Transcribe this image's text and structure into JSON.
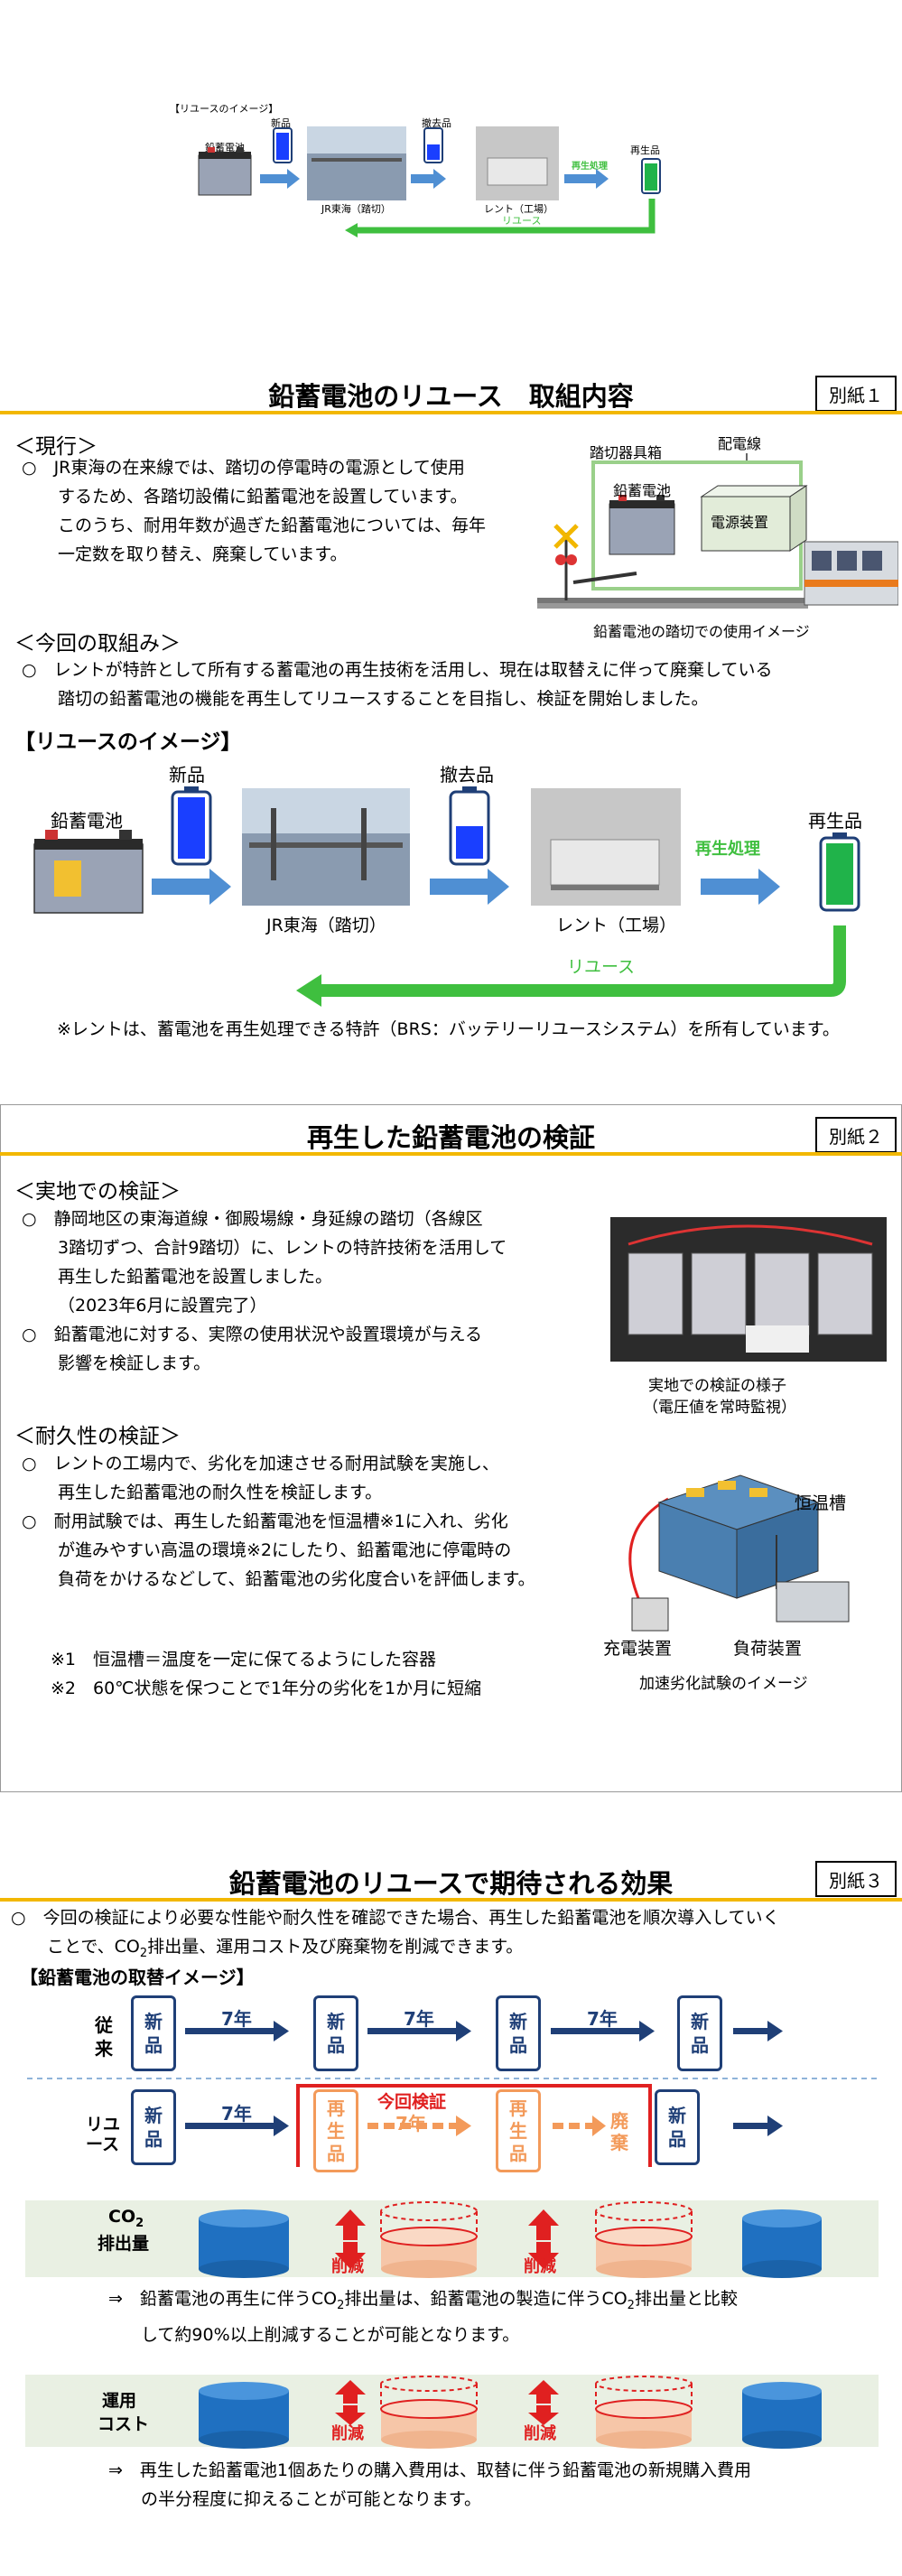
{
  "top_image": {
    "caption": "【リユースのイメージ】",
    "lead_battery": "鉛蓄電池",
    "new": "新品",
    "removed": "撤去品",
    "jr": "JR東海（踏切）",
    "rent": "レント（工場）",
    "process": "再生処理",
    "regen": "再生品",
    "reuse": "リユース"
  },
  "sec1": {
    "title": "鉛蓄電池のリユース　取組内容",
    "tag": "別紙１",
    "current_head": "＜現行＞",
    "current_lines": [
      "○　JR東海の在来線では、踏切の停電時の電源として使用",
      "するため、各踏切設備に鉛蓄電池を設置しています。",
      "このうち、耐用年数が過ぎた鉛蓄電池については、毎年",
      "一定数を取り替え、廃棄しています。"
    ],
    "diagram": {
      "box_label": "踏切器具箱",
      "wire_label": "配電線",
      "battery_label": "鉛蓄電池",
      "power_label": "電源装置",
      "caption": "鉛蓄電池の踏切での使用イメージ"
    },
    "effort_head": "＜今回の取組み＞",
    "effort_lines": [
      "○　レントが特許として所有する蓄電池の再生技術を活用し、現在は取替えに伴って廃棄している",
      "踏切の鉛蓄電池の機能を再生してリユースすることを目指し、検証を開始しました。"
    ],
    "reuse_head": "【リユースのイメージ】",
    "lead_battery": "鉛蓄電池",
    "new": "新品",
    "removed": "撤去品",
    "jr": "JR東海（踏切）",
    "rent": "レント（工場）",
    "process": "再生処理",
    "regen": "再生品",
    "reuse": "リユース",
    "note": "※レントは、蓄電池を再生処理できる特許（BRS：バッテリーリユースシステム）を所有しています。"
  },
  "sec2": {
    "title": "再生した鉛蓄電池の検証",
    "tag": "別紙２",
    "field_head": "＜実地での検証＞",
    "field_lines": [
      "○　静岡地区の東海道線・御殿場線・身延線の踏切（各線区",
      "3踏切ずつ、合計9踏切）に、レントの特許技術を活用して",
      "再生した鉛蓄電池を設置しました。",
      "（2023年6月に設置完了）",
      "○　鉛蓄電池に対する、実際の使用状況や設置環境が与える",
      "影響を検証します。"
    ],
    "photo_caption_1": "実地での検証の様子",
    "photo_caption_2": "（電圧値を常時監視）",
    "dur_head": "＜耐久性の検証＞",
    "dur_lines": [
      "○　レントの工場内で、劣化を加速させる耐用試験を実施し、",
      "再生した鉛蓄電池の耐久性を検証します。",
      "○　耐用試験では、再生した鉛蓄電池を恒温槽※1に入れ、劣化",
      "が進みやすい高温の環境※2にしたり、鉛蓄電池に停電時の",
      "負荷をかけるなどして、鉛蓄電池の劣化度合いを評価します。"
    ],
    "notes": [
      "※1　恒温槽＝温度を一定に保てるようにした容器",
      "※2　60℃状態を保つことで1年分の劣化を1か月に短縮"
    ],
    "chamber": "恒温槽",
    "charger": "充電装置",
    "load": "負荷装置",
    "test_caption": "加速劣化試験のイメージ"
  },
  "sec3": {
    "title": "鉛蓄電池のリユースで期待される効果",
    "tag": "別紙３",
    "intro_1": "○　今回の検証により必要な性能や耐久性を確認できた場合、再生した鉛蓄電池を順次導入していく",
    "intro_2a": "ことで、CO",
    "intro_2sub": "2",
    "intro_2b": "排出量、運用コスト及び廃棄物を削減できます。",
    "replace_head": "【鉛蓄電池の取替イメージ】",
    "conv_label_1": "従",
    "conv_label_2": "来",
    "reuse_label": "リユース",
    "new_1": "新",
    "new_2": "品",
    "re_1": "再",
    "re_2": "生",
    "re_3": "品",
    "years": "7年",
    "this_check": "今回検証",
    "waste_1": "廃",
    "waste_2": "棄",
    "co2_label_a": "CO",
    "co2_label_sub": "2",
    "co2_label_b": "排出量",
    "cost_label_1": "運用",
    "cost_label_2": "コスト",
    "reduce": "削減",
    "co2_note_a": "⇒　鉛蓄電池の再生に伴うCO",
    "co2_note_sub1": "2",
    "co2_note_b": "排出量は、鉛蓄電池の製造に伴うCO",
    "co2_note_sub2": "2",
    "co2_note_c": "排出量と比較",
    "co2_note_2": "して約90%以上削減することが可能となります。",
    "cost_note_1": "⇒　再生した鉛蓄電池1個あたりの購入費用は、取替に伴う鉛蓄電池の新規購入費用",
    "cost_note_2": "の半分程度に抑えることが可能となります。"
  },
  "colors": {
    "accent_gold": "#f2b700",
    "arrow_blue": "#4f8fd3",
    "reuse_green": "#3fbf3f",
    "navy": "#1f3f77",
    "orange": "#f39a5a",
    "red": "#e02020"
  }
}
